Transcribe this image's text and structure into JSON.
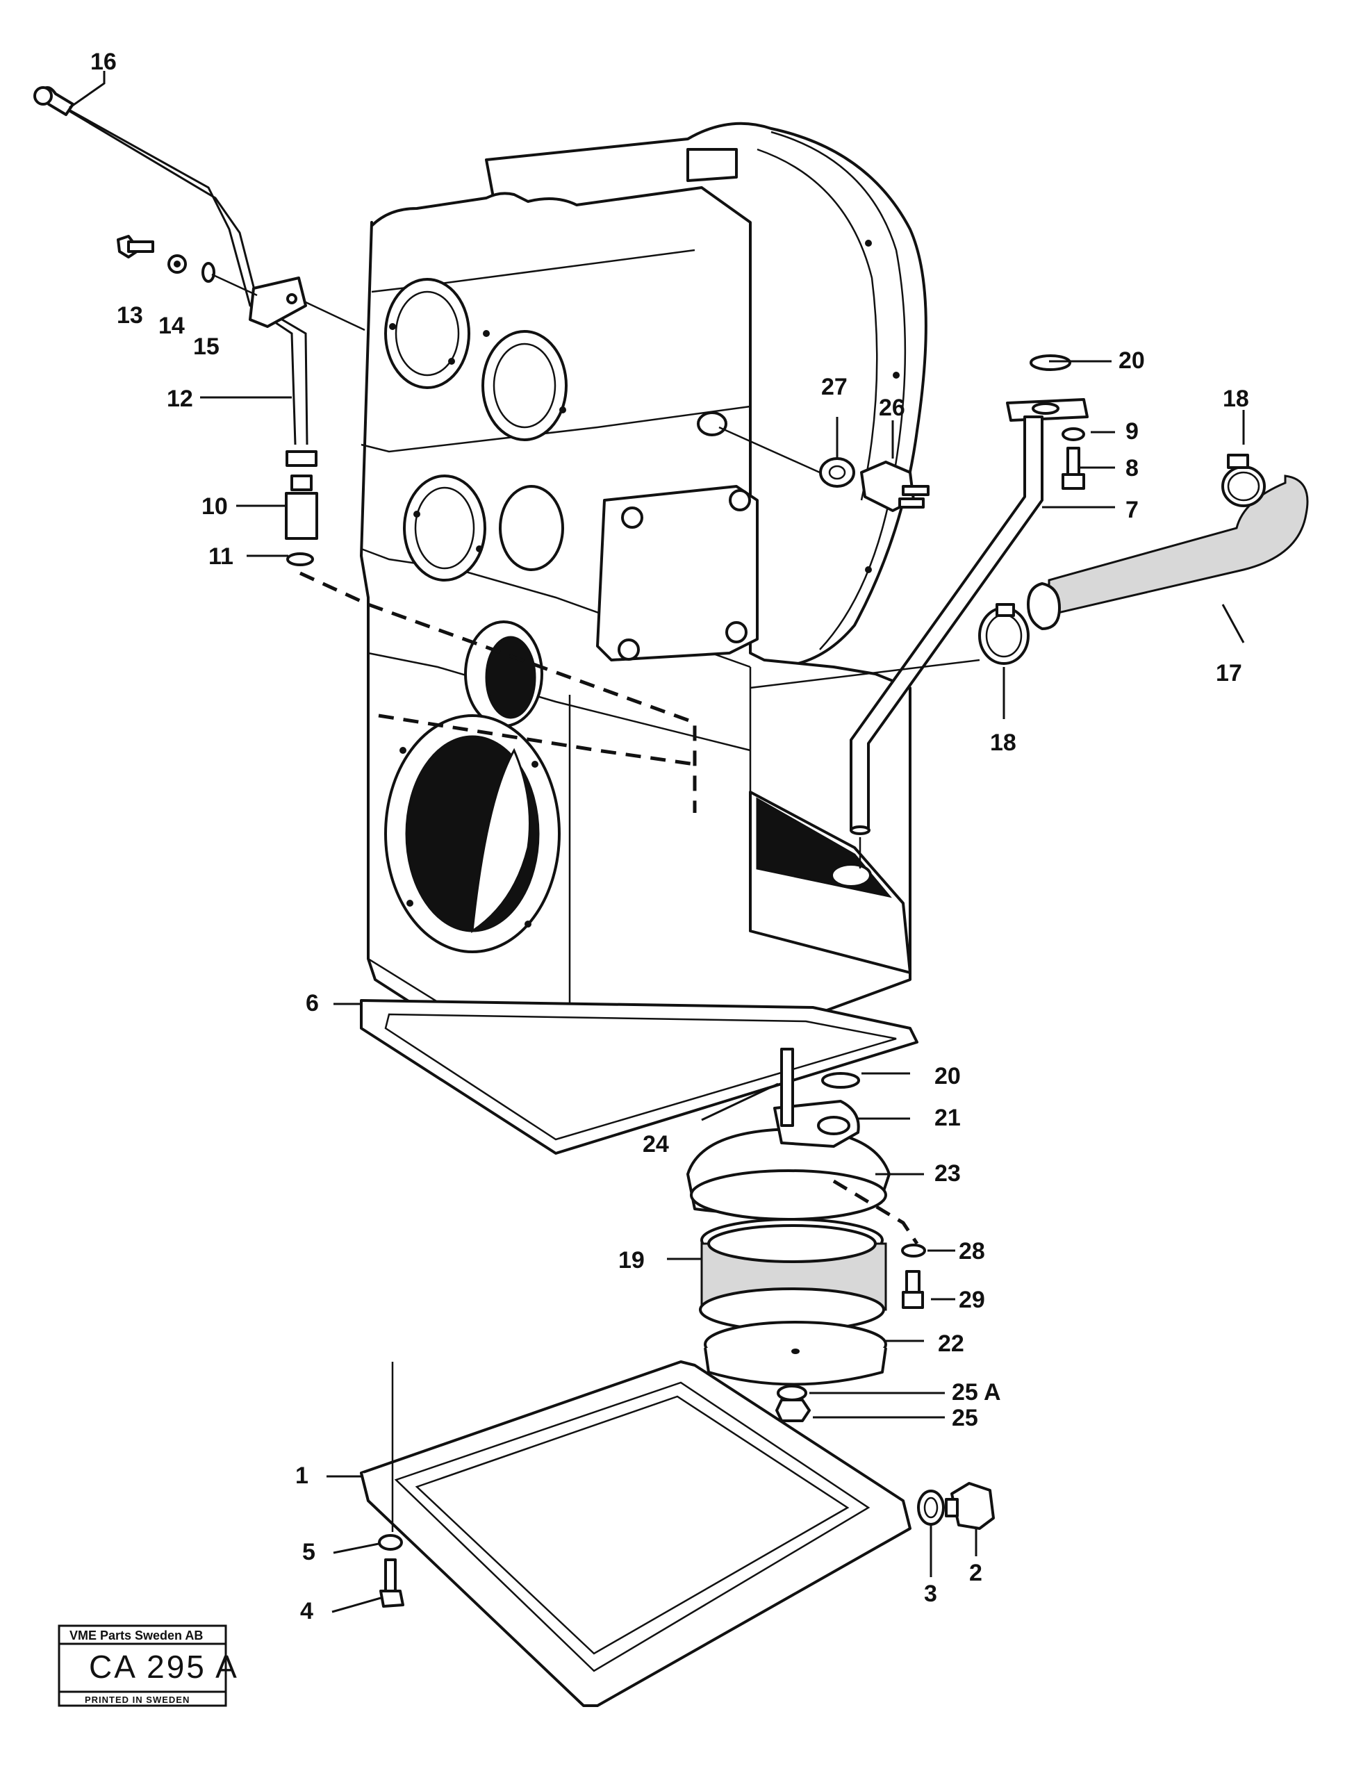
{
  "diagram": {
    "part_numbers": {
      "p1": "1",
      "p2": "2",
      "p3": "3",
      "p4": "4",
      "p5": "5",
      "p6": "6",
      "p7": "7",
      "p8": "8",
      "p9": "9",
      "p10": "10",
      "p11": "11",
      "p12": "12",
      "p13": "13",
      "p14": "14",
      "p15": "15",
      "p16": "16",
      "p17": "17",
      "p18a": "18",
      "p18b": "18",
      "p19": "19",
      "p20a": "20",
      "p20b": "20",
      "p21": "21",
      "p22": "22",
      "p23": "23",
      "p24": "24",
      "p25": "25",
      "p25a": "25 A",
      "p26": "26",
      "p27": "27",
      "p28": "28",
      "p29": "29"
    }
  },
  "stamp": {
    "company": "VME Parts Sweden AB",
    "code": "CA 295 A",
    "printed": "PRINTED IN SWEDEN"
  }
}
